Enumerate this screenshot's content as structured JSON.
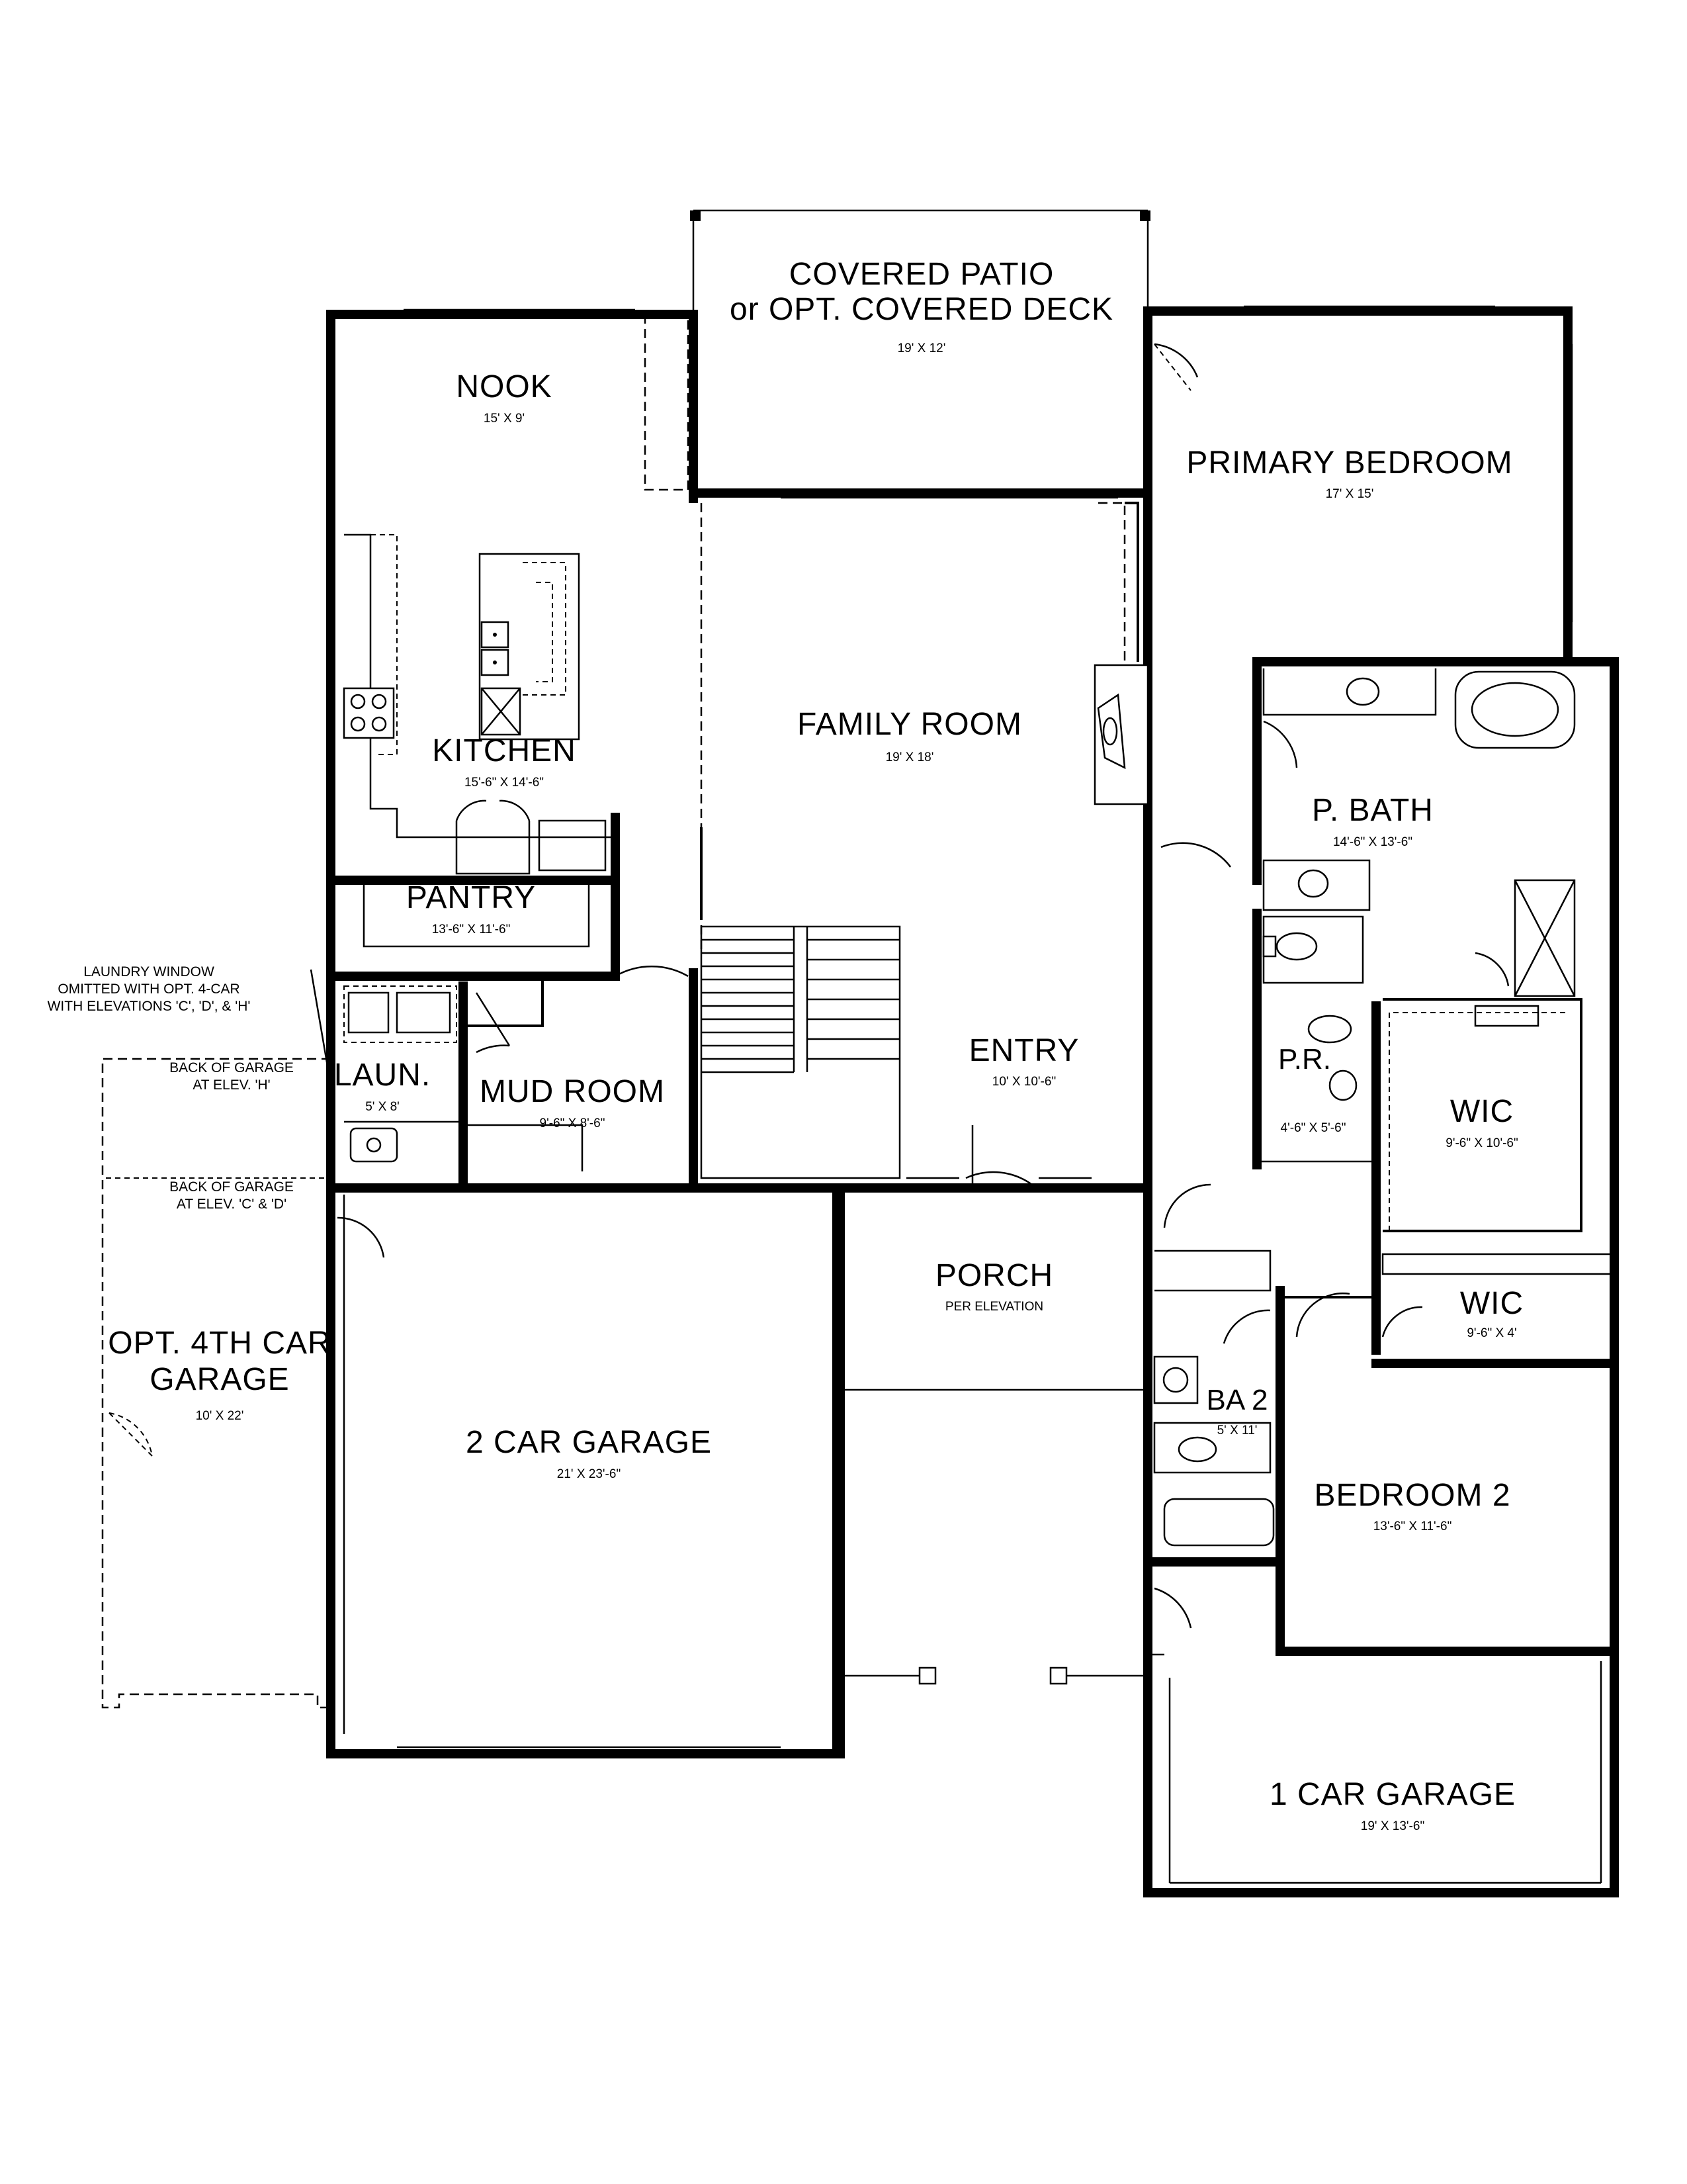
{
  "rooms": {
    "covered_patio": {
      "name_line1": "COVERED PATIO",
      "name_line2": "or OPT. COVERED DECK",
      "dims": "19' X 12'"
    },
    "nook": {
      "name": "NOOK",
      "dims": "15'  X 9'"
    },
    "primary_bedroom": {
      "name": "PRIMARY BEDROOM",
      "dims": "17' X 15'"
    },
    "family_room": {
      "name": "FAMILY ROOM",
      "dims": "19' X 18'"
    },
    "kitchen": {
      "name": "KITCHEN",
      "dims": "15'-6\" X 14'-6\""
    },
    "p_bath": {
      "name": "P. BATH",
      "dims": "14'-6\" X 13'-6\""
    },
    "pantry": {
      "name": "PANTRY",
      "dims": "13'-6\" X 11'-6\""
    },
    "entry": {
      "name": "ENTRY",
      "dims": "10' X 10'-6\""
    },
    "powder_room": {
      "name": "P.R.",
      "dims": "4'-6\" X 5'-6\""
    },
    "laundry": {
      "name": "LAUN.",
      "dims": "5' X 8'"
    },
    "mud_room": {
      "name": "MUD ROOM",
      "dims": "9'-6\" X 8'-6\""
    },
    "wic_1": {
      "name": "WIC",
      "dims": "9'-6\" X 10'-6\""
    },
    "porch": {
      "name": "PORCH",
      "dims": "PER ELEVATION"
    },
    "wic_2": {
      "name": "WIC",
      "dims": "9'-6\" X 4'"
    },
    "opt_4th_car_garage": {
      "name_line1": "OPT. 4TH CAR",
      "name_line2": "GARAGE",
      "dims": "10' X 22'"
    },
    "ba_2": {
      "name": "BA 2",
      "dims": "5' X 11'"
    },
    "two_car_garage": {
      "name": "2 CAR GARAGE",
      "dims": "21' X 23'-6\""
    },
    "bedroom_2": {
      "name": "BEDROOM 2",
      "dims": "13'-6\" X 11'-6\""
    },
    "one_car_garage": {
      "name": "1 CAR GARAGE",
      "dims": "19' X 13'-6\""
    }
  },
  "notes": {
    "laundry_window": {
      "line1": "LAUNDRY WINDOW",
      "line2": "OMITTED WITH OPT. 4-CAR",
      "line3": "WITH ELEVATIONS 'C', 'D', & 'H'"
    },
    "back_of_garage_h": {
      "line1": "BACK OF GARAGE",
      "line2": "AT ELEV. 'H'"
    },
    "back_of_garage_cd": {
      "line1": "BACK OF GARAGE",
      "line2": "AT ELEV. 'C' & 'D'"
    }
  },
  "colors": {
    "line": "#000000",
    "background": "#ffffff"
  }
}
